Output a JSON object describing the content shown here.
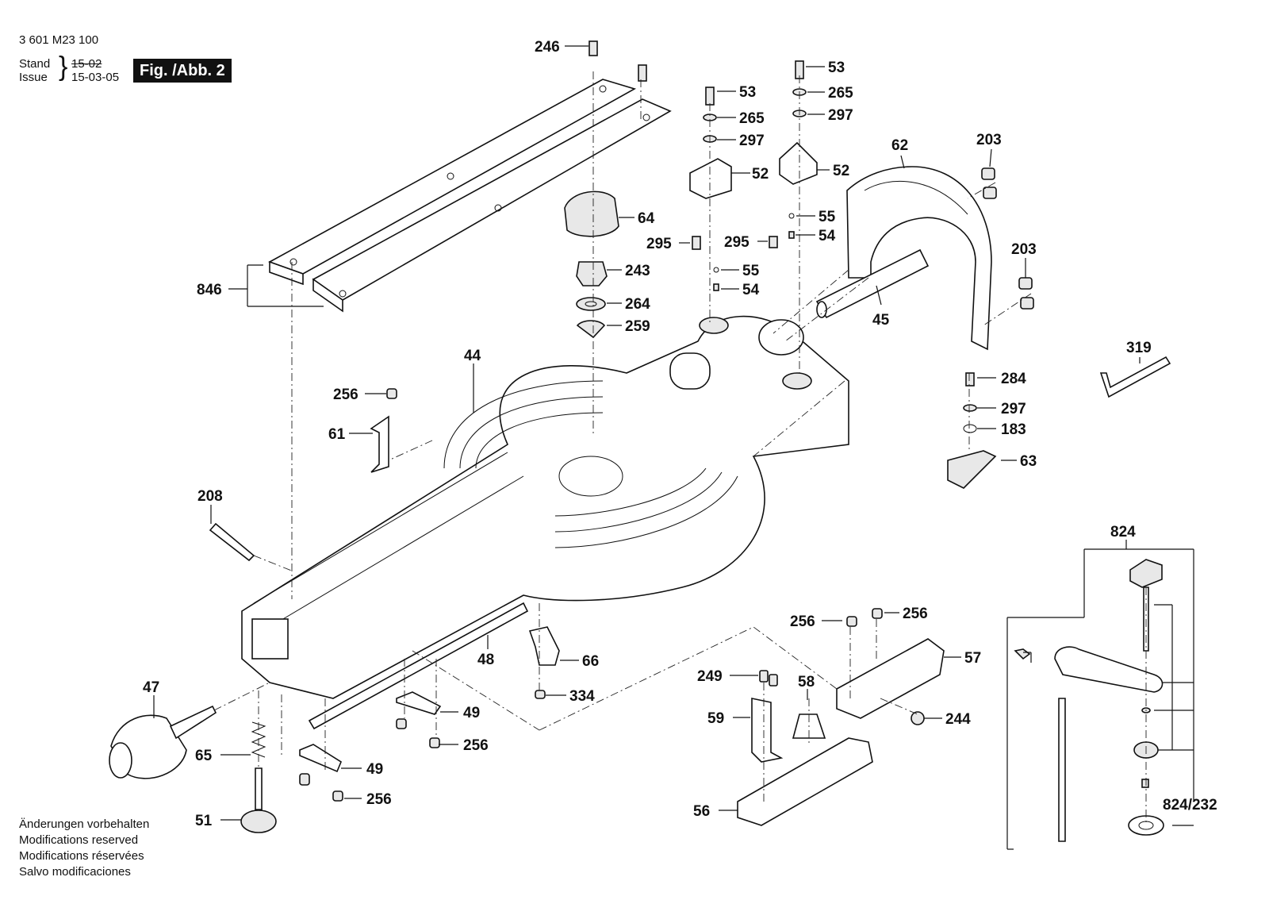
{
  "header": {
    "part_number": "3 601 M23 100",
    "stand_label": "Stand",
    "issue_label": "Issue",
    "old_date": "15-02",
    "date": "15-03-05",
    "figure_label": "Fig. /Abb. 2"
  },
  "notes": [
    "Änderungen vorbehalten",
    "Modifications reserved",
    "Modifications réservées",
    "Salvo modificaciones"
  ],
  "callouts": {
    "p246": "246",
    "p53a": "53",
    "p265a": "265",
    "p297a": "297",
    "p52a": "52",
    "p53b": "53",
    "p265b": "265",
    "p297b": "297",
    "p52b": "52",
    "p62": "62",
    "p203a": "203",
    "p203b": "203",
    "p64": "64",
    "p55a": "55",
    "p54a": "54",
    "p295a": "295",
    "p295b": "295",
    "p55b": "55",
    "p54b": "54",
    "p243": "243",
    "p264": "264",
    "p259": "259",
    "p45": "45",
    "p846": "846",
    "p319": "319",
    "p44": "44",
    "p256a": "256",
    "p61": "61",
    "p284": "284",
    "p297c": "297",
    "p183": "183",
    "p63": "63",
    "p208": "208",
    "p824": "824",
    "p256b": "256",
    "p256c": "256",
    "p57": "57",
    "p48": "48",
    "p66": "66",
    "p249": "249",
    "p58": "58",
    "p47": "47",
    "p334": "334",
    "p49a": "49",
    "p59": "59",
    "p244": "244",
    "p256d": "256",
    "p65": "65",
    "p49b": "49",
    "p56": "56",
    "p256e": "256",
    "p51": "51",
    "p824_232": "824/232"
  }
}
